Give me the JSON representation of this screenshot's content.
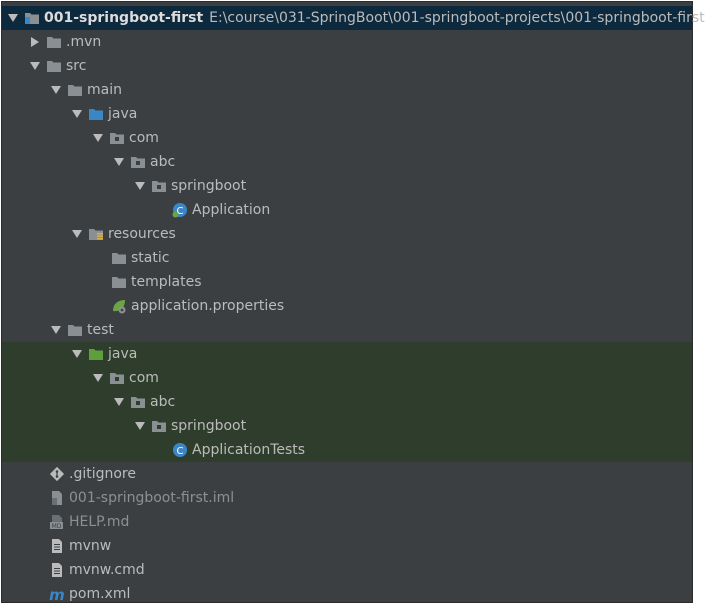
{
  "tree": {
    "root": {
      "name": "001-springboot-first",
      "path": "E:\\course\\031-SpringBoot\\001-springboot-projects\\001-springboot-first"
    },
    "items": [
      {
        "label": ".mvn"
      },
      {
        "label": "src"
      },
      {
        "label": "main"
      },
      {
        "label": "java"
      },
      {
        "label": "com"
      },
      {
        "label": "abc"
      },
      {
        "label": "springboot"
      },
      {
        "label": "Application"
      },
      {
        "label": "resources"
      },
      {
        "label": "static"
      },
      {
        "label": "templates"
      },
      {
        "label": "application.properties"
      },
      {
        "label": "test"
      },
      {
        "label": "java"
      },
      {
        "label": "com"
      },
      {
        "label": "abc"
      },
      {
        "label": "springboot"
      },
      {
        "label": "ApplicationTests"
      },
      {
        "label": ".gitignore"
      },
      {
        "label": "001-springboot-first.iml"
      },
      {
        "label": "HELP.md"
      },
      {
        "label": "mvnw"
      },
      {
        "label": "mvnw.cmd"
      },
      {
        "label": "pom.xml"
      }
    ]
  },
  "colors": {
    "panel_bg": "#3c3f41",
    "selection_bg": "#0d293e",
    "test_bg": "#2f3e2c",
    "folder": "#8a8f94",
    "java_source_folder": "#3a87c8",
    "test_source_folder": "#5e9e3b",
    "text": "#bbbbbb"
  }
}
